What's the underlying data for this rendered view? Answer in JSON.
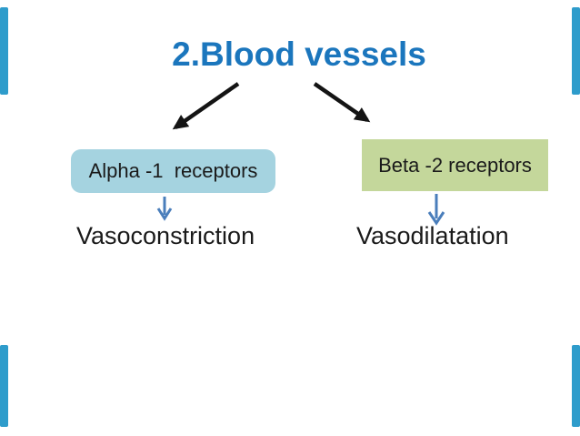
{
  "slide": {
    "title": "2.Blood vessels",
    "branches": [
      {
        "id": "alpha",
        "receptor": "Alpha -1  receptors",
        "effect": "Vasoconstriction"
      },
      {
        "id": "beta",
        "receptor": "Beta -2 receptors",
        "effect": "Vasodilatation"
      }
    ],
    "edges": [
      {
        "from": "title",
        "to": "alpha-receptors-box",
        "style": "black-diagonal-arrow"
      },
      {
        "from": "title",
        "to": "beta-receptors-box",
        "style": "black-diagonal-arrow"
      },
      {
        "from": "alpha-receptors-box",
        "to": "vasoconstriction-text",
        "style": "blue-down-arrow"
      },
      {
        "from": "beta-receptors-box",
        "to": "vasodilatation-text",
        "style": "blue-down-arrow"
      }
    ]
  },
  "colors": {
    "title-blue": "#1B76BD",
    "alpha-box-fill": "#A5D3E0",
    "beta-box-fill": "#C4D79B",
    "connector-blue": "#4A7EBB",
    "arrow-black": "#141414",
    "edge-bar-blue": "#2E9CCB",
    "body-text": "#1A1A1A",
    "background": "#FFFFFF"
  }
}
